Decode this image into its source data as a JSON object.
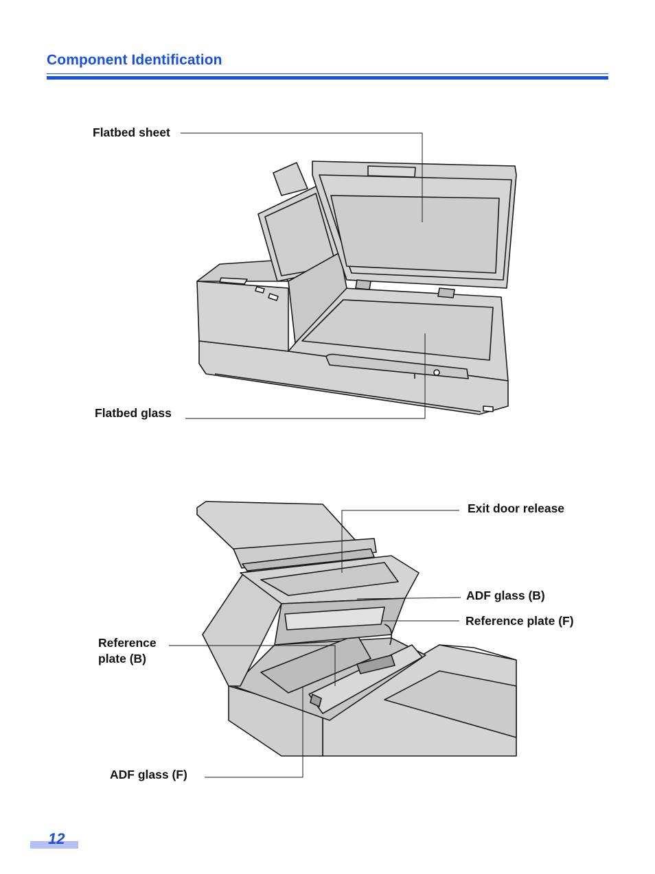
{
  "header": {
    "title": "Component Identification"
  },
  "figure_top": {
    "labels": {
      "flatbed_sheet": "Flatbed sheet",
      "flatbed_glass": "Flatbed glass"
    }
  },
  "figure_bottom": {
    "labels": {
      "exit_door_release": "Exit door release",
      "adf_glass_b": "ADF glass (B)",
      "reference_plate_f": "Reference plate (F)",
      "reference_plate_b_line1": "Reference",
      "reference_plate_b_line2": "plate (B)",
      "adf_glass_f": "ADF glass (F)"
    }
  },
  "footer": {
    "page_number": "12"
  }
}
